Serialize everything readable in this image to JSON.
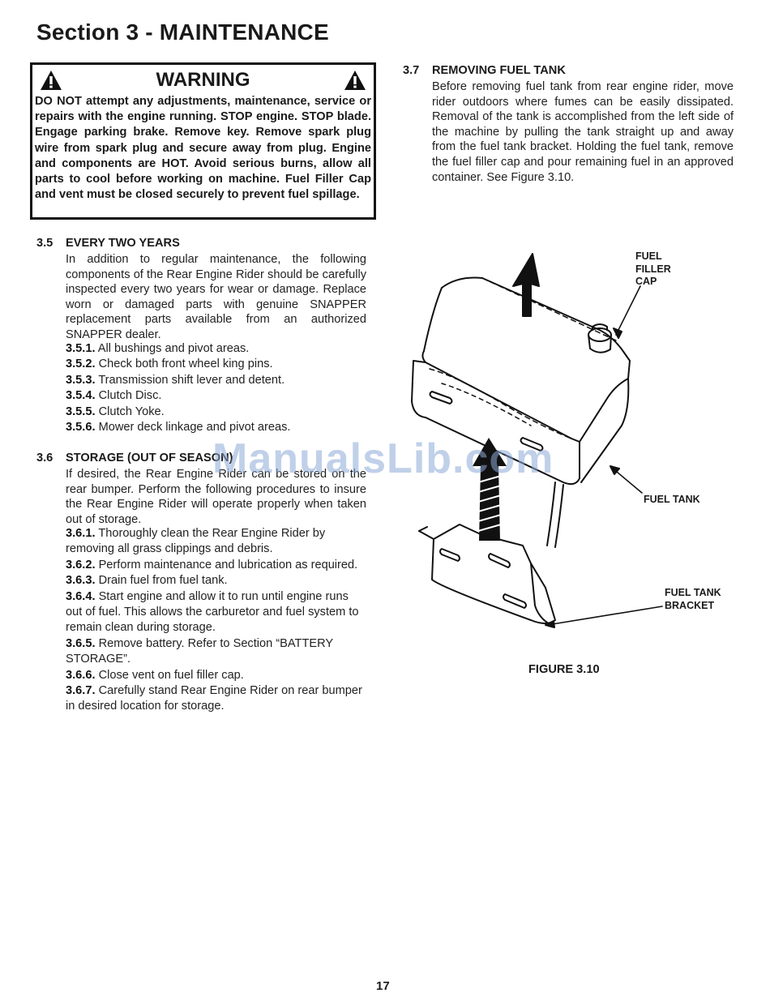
{
  "section_title": "Section 3 - MAINTENANCE",
  "warning": {
    "title": "WARNING",
    "text": "DO NOT attempt any adjustments, maintenance, service or repairs with the engine running. STOP engine. STOP blade. Engage parking brake. Remove key. Remove spark plug wire from spark plug and secure away from plug. Engine and components are HOT. Avoid serious burns, allow all parts to cool before working on machine. Fuel Filler Cap and vent must be closed securely to prevent fuel spillage."
  },
  "s35": {
    "num": "3.5",
    "title": "EVERY TWO YEARS",
    "intro": "In addition to regular maintenance, the following components of the Rear Engine Rider should be carefully inspected every two years for wear or damage. Replace worn or damaged parts with genuine SNAPPER replacement parts available from an authorized SNAPPER dealer.",
    "items": [
      {
        "num": "3.5.1.",
        "text": "All bushings and pivot areas."
      },
      {
        "num": "3.5.2.",
        "text": "Check both front wheel king pins."
      },
      {
        "num": "3.5.3.",
        "text": "Transmission shift lever and detent."
      },
      {
        "num": "3.5.4.",
        "text": "Clutch Disc."
      },
      {
        "num": "3.5.5.",
        "text": "Clutch Yoke."
      },
      {
        "num": "3.5.6.",
        "text": "Mower deck linkage and pivot areas."
      }
    ]
  },
  "s36": {
    "num": "3.6",
    "title": "STORAGE (OUT OF SEASON)",
    "intro": "If desired, the Rear Engine Rider can be stored on the rear bumper. Perform the following procedures to insure the Rear Engine Rider will operate properly when taken out of storage.",
    "items": [
      {
        "num": "3.6.1.",
        "text": "Thoroughly clean the Rear Engine Rider by removing all grass clippings and debris."
      },
      {
        "num": "3.6.2.",
        "text": "Perform maintenance and lubrication as required."
      },
      {
        "num": "3.6.3.",
        "text": "Drain fuel from fuel tank."
      },
      {
        "num": "3.6.4.",
        "text": "Start engine and allow it to run until engine runs out of fuel. This allows the carburetor and fuel system to remain clean during storage."
      },
      {
        "num": "3.6.5.",
        "text": "Remove battery. Refer to Section “BATTERY STORAGE”."
      },
      {
        "num": "3.6.6.",
        "text": "Close vent on fuel filler cap."
      },
      {
        "num": "3.6.7.",
        "text": "Carefully stand Rear Engine Rider on rear bumper in desired location for storage."
      }
    ]
  },
  "s37": {
    "num": "3.7",
    "title": "REMOVING FUEL TANK",
    "text": "Before removing fuel tank from rear engine rider, move rider outdoors where fumes can be easily dissipated. Removal of the tank is accomplished from the left side of the machine by pulling the tank straight up and away from the fuel tank bracket. Holding the fuel tank, remove the fuel filler cap and pour remaining fuel in an approved container. See Figure 3.10."
  },
  "figure": {
    "caption": "FIGURE 3.10",
    "label_cap": [
      "FUEL",
      "FILLER",
      "CAP"
    ],
    "label_tank": "FUEL TANK",
    "label_bracket": [
      "FUEL TANK",
      "BRACKET"
    ]
  },
  "watermark": "ManualsLib.com",
  "page_number": "17"
}
